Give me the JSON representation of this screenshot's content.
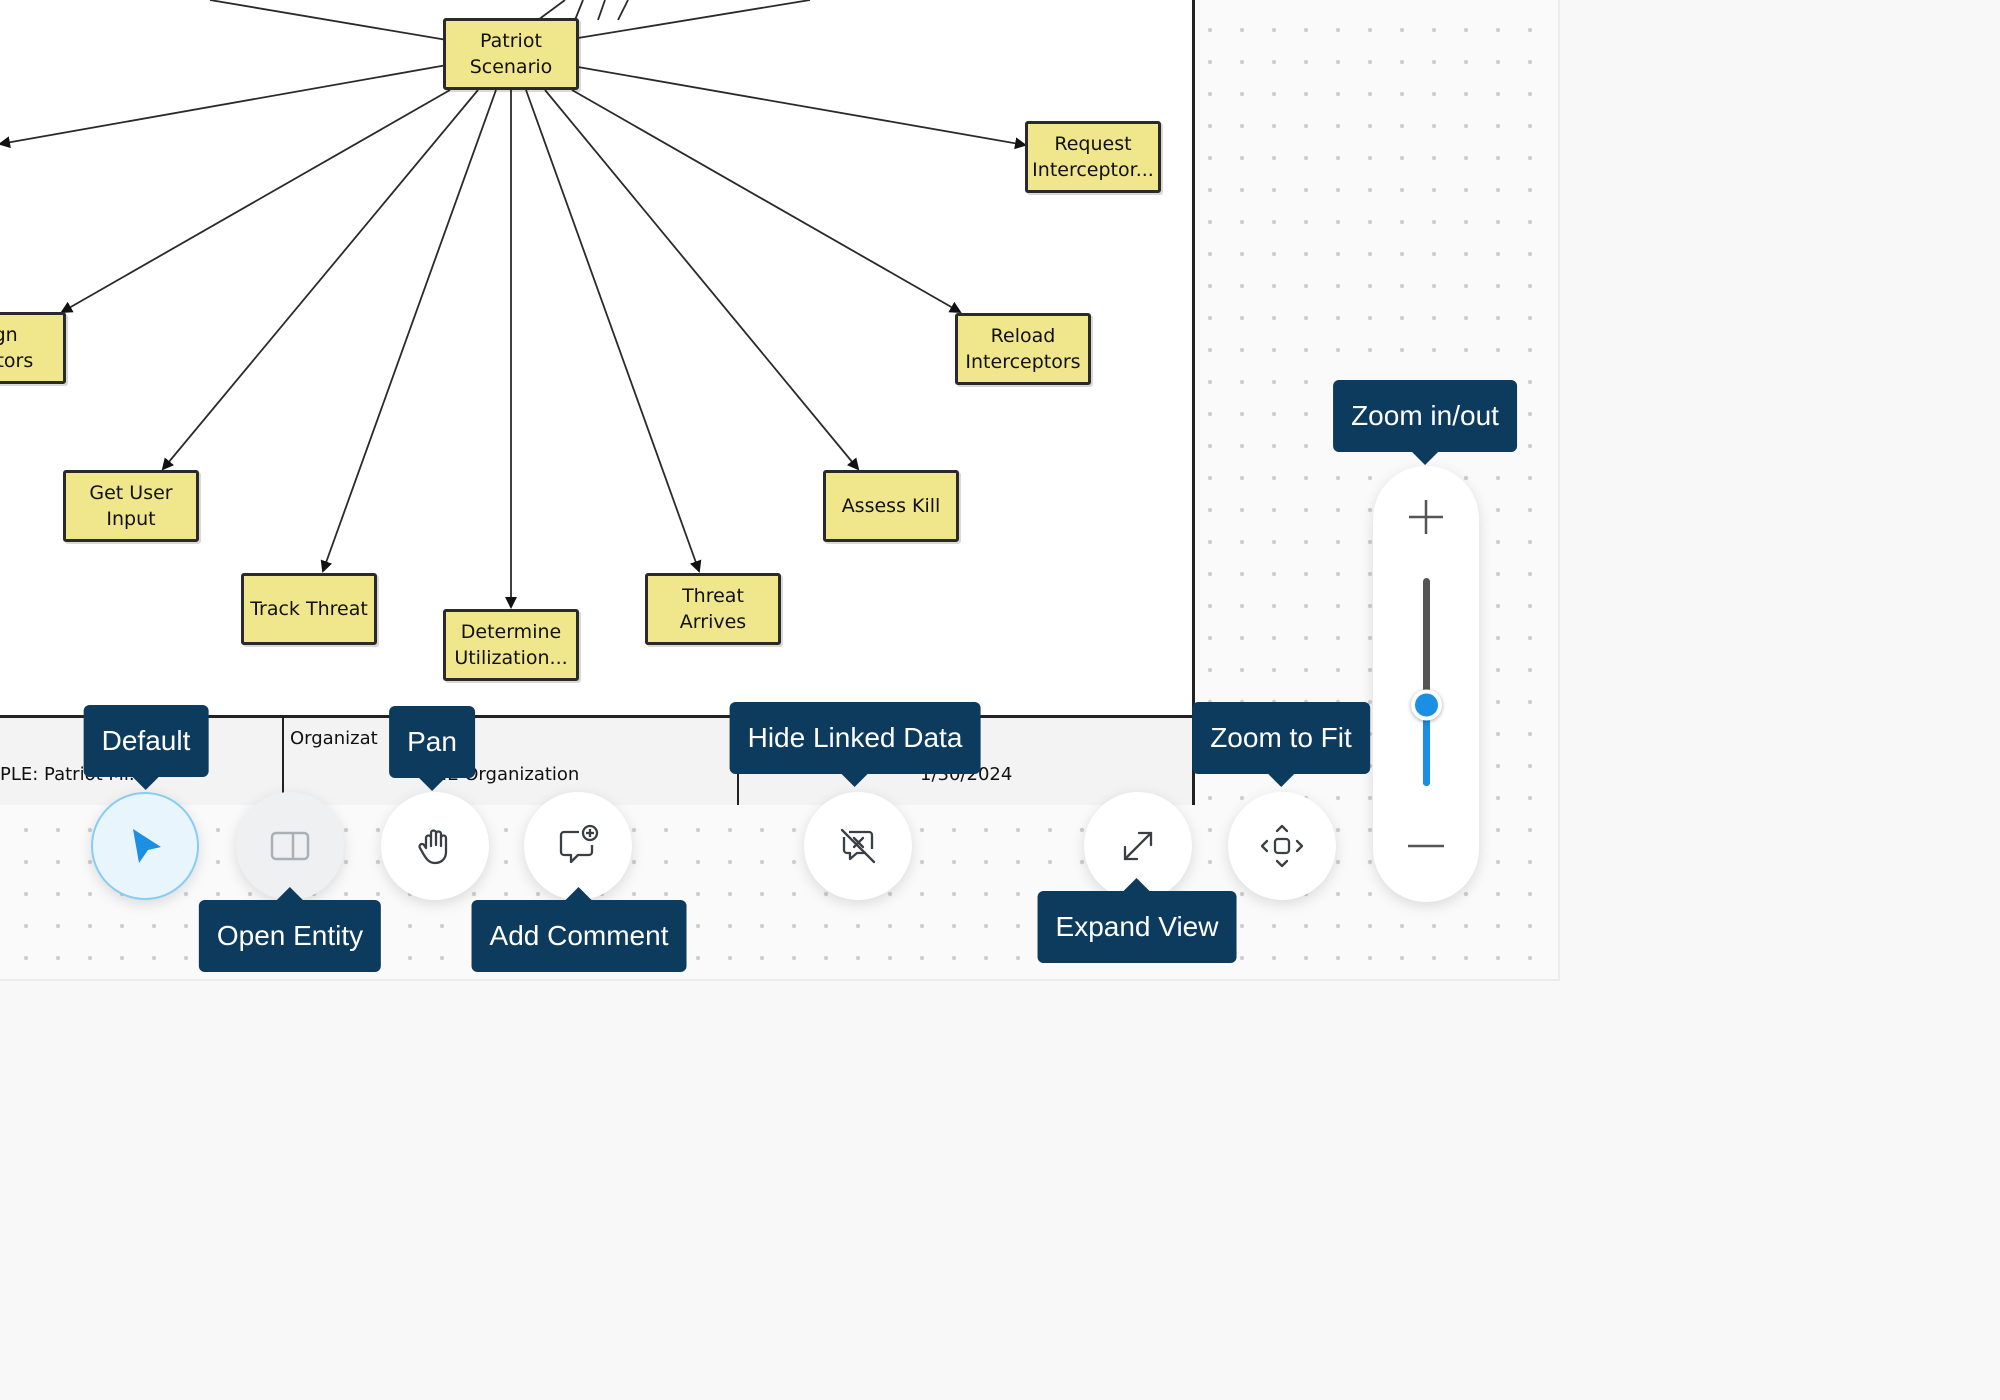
{
  "diagram": {
    "nodes": [
      {
        "id": "patriot_scenario",
        "label": "Patriot\nScenario"
      },
      {
        "id": "request_interceptor",
        "label": "Request\nInterceptor..."
      },
      {
        "id": "assign_interceptors",
        "label": "ign\neptors"
      },
      {
        "id": "reload_interceptors",
        "label": "Reload\nInterceptors"
      },
      {
        "id": "get_user_input",
        "label": "Get User\nInput"
      },
      {
        "id": "assess_kill",
        "label": "Assess Kill"
      },
      {
        "id": "track_threat",
        "label": "Track Threat"
      },
      {
        "id": "threat_arrives",
        "label": "Threat\nArrives"
      },
      {
        "id": "determine_utilization",
        "label": "Determine\nUtilization..."
      }
    ],
    "title_block": {
      "name": "PLE: Patriot Mi...",
      "org_label": "Organizat",
      "org_value": "...E Organization",
      "date": "1/30/2024"
    }
  },
  "toolbar": {
    "default_tooltip": "Default",
    "open_entity_tooltip": "Open Entity",
    "pan_tooltip": "Pan",
    "add_comment_tooltip": "Add Comment",
    "hide_linked_data_tooltip": "Hide Linked Data",
    "expand_view_tooltip": "Expand View",
    "zoom_to_fit_tooltip": "Zoom to Fit",
    "zoom_tooltip": "Zoom in/out"
  },
  "zoom": {
    "level_fraction": 0.39
  },
  "colors": {
    "node_fill": "#f0e68c",
    "tooltip_bg": "#0d3b5e",
    "accent": "#1b8fe3",
    "active_button_bg": "#e8f5fd"
  },
  "icons": {
    "default": "cursor-pointer-icon",
    "open_entity": "panel-icon",
    "pan": "hand-icon",
    "add_comment": "comment-plus-icon",
    "hide_linked_data": "hide-linked-data-icon",
    "expand_view": "expand-diagonal-icon",
    "zoom_to_fit": "zoom-fit-icon",
    "zoom_in": "plus-icon",
    "zoom_out": "minus-icon"
  }
}
